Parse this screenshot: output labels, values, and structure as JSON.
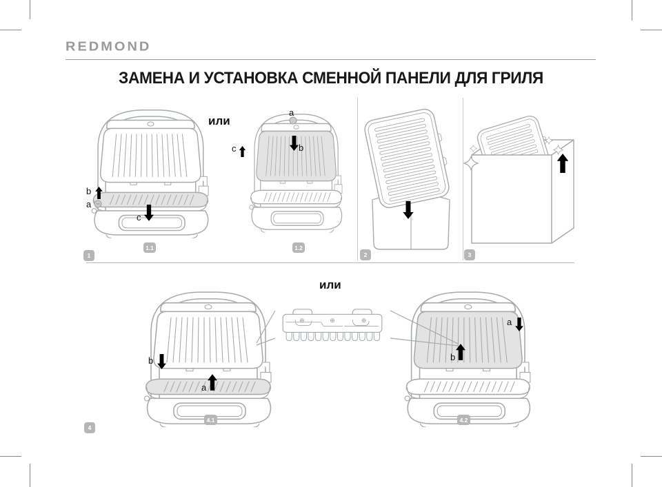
{
  "header": {
    "brand": "REDMOND"
  },
  "title": "ЗАМЕНА И УСТАНОВКА СМЕННОЙ ПАНЕЛИ ДЛЯ ГРИЛЯ",
  "figures": {
    "or_top": "или",
    "or_bottom": "или",
    "step1": {
      "badge": "1",
      "labels": {
        "a": "a",
        "b": "b",
        "c": "c"
      }
    },
    "step1_1": {
      "badge": "1.1"
    },
    "step1_2": {
      "badge": "1.2",
      "labels": {
        "a": "a",
        "b": "b",
        "c": "c"
      }
    },
    "step2": {
      "badge": "2"
    },
    "step3": {
      "badge": "3"
    },
    "step4": {
      "badge": "4"
    },
    "step4_1": {
      "badge": "4.1",
      "labels": {
        "a": "a",
        "b": "b"
      }
    },
    "step4_2": {
      "badge": "4.2",
      "labels": {
        "a": "a",
        "b": "b"
      }
    }
  },
  "icons": {
    "arrows": [
      "up-arrow",
      "down-arrow"
    ],
    "sparkle": "sparkle-star"
  },
  "colors": {
    "line_art": "#a6abae",
    "plate_highlight": "#e3e3e3",
    "badge_bg": "#b6b6b6",
    "arrow": "#000000",
    "brand_gray": "#9a9a9a",
    "title_text": "#181818"
  }
}
